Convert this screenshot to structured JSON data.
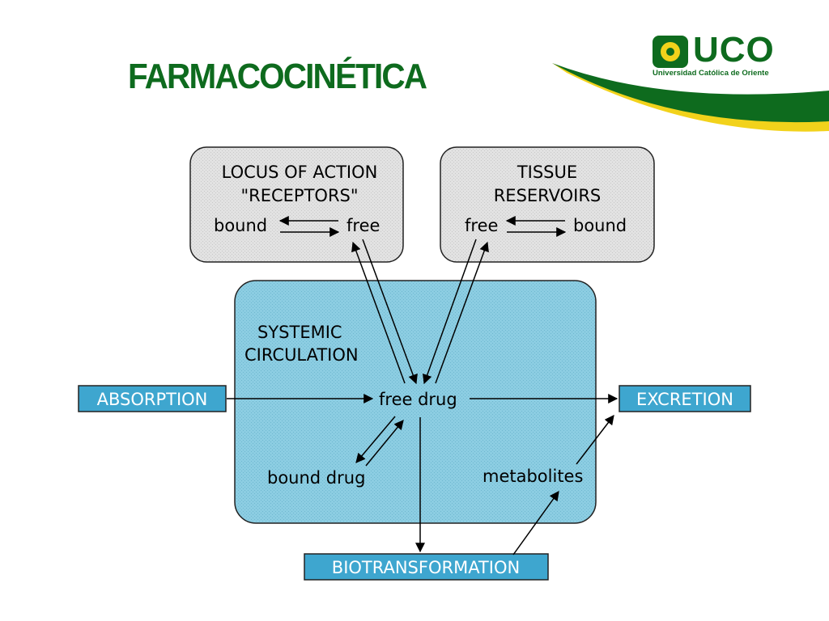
{
  "slide": {
    "title": "FARMACOCINÉTICA"
  },
  "logo": {
    "brand": "UCO",
    "subtitle": "Universidad Católica de Oriente"
  },
  "diagram": {
    "locus": {
      "line1": "LOCUS OF ACTION",
      "line2": "\"RECEPTORS\"",
      "left": "bound",
      "right": "free"
    },
    "tissue": {
      "line1": "TISSUE",
      "line2": "RESERVOIRS",
      "left": "free",
      "right": "bound"
    },
    "systemic": {
      "line1": "SYSTEMIC",
      "line2": "CIRCULATION"
    },
    "free_drug": "free drug",
    "bound_drug": "bound drug",
    "metabolites": "metabolites",
    "absorption": "ABSORPTION",
    "excretion": "EXCRETION",
    "biotransformation": "BIOTRANSFORMATION"
  },
  "colors": {
    "title_green": "#0e6b1e",
    "logo_yellow": "#f2d21b",
    "circulation_fill": "#7fc7de",
    "label_box_fill": "#3ea6cf",
    "reservoir_fill": "#dcdcdc"
  }
}
